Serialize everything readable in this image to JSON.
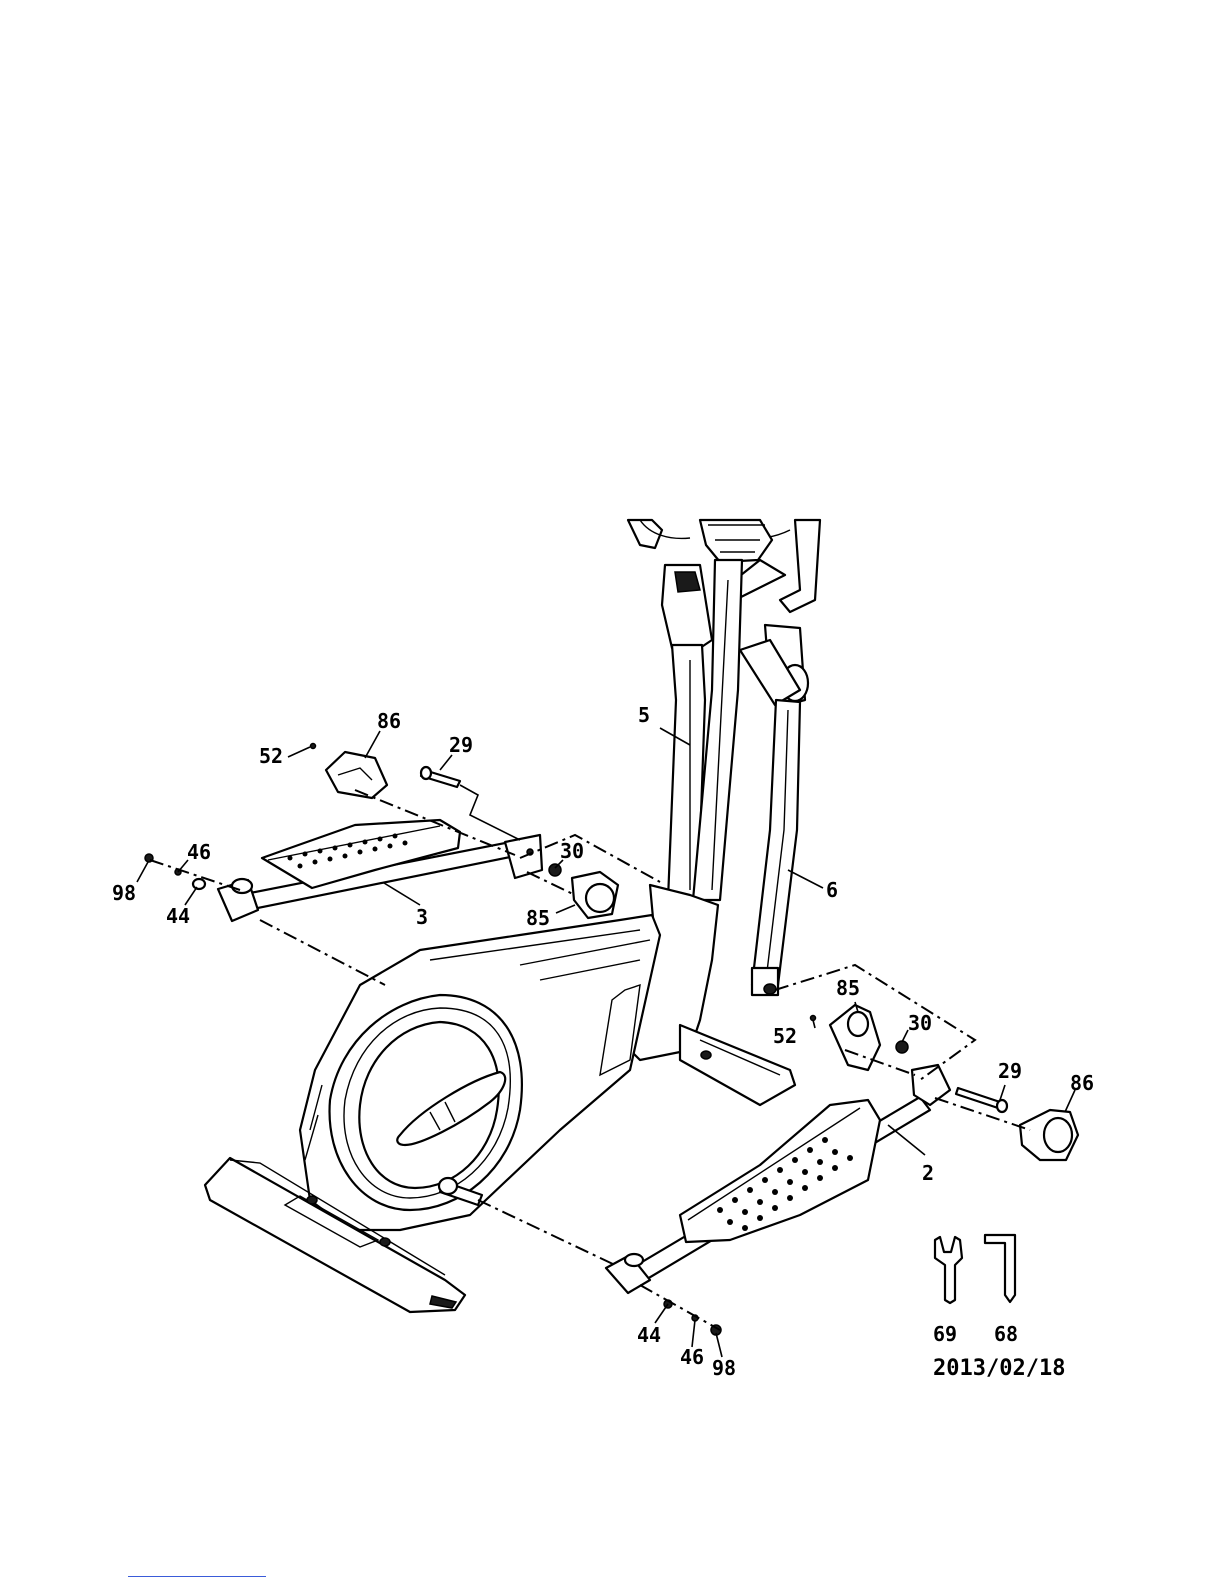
{
  "diagram": {
    "labels": {
      "p2": "2",
      "p3": "3",
      "p5": "5",
      "p6": "6",
      "p29_left": "29",
      "p29_right": "29",
      "p30_left": "30",
      "p30_right": "30",
      "p44_left": "44",
      "p44_right": "44",
      "p46_left": "46",
      "p46_right": "46",
      "p52_left": "52",
      "p52_right": "52",
      "p68": "68",
      "p69": "69",
      "p85_left": "85",
      "p85_right": "85",
      "p86_left": "86",
      "p86_right": "86",
      "p98_left": "98",
      "p98_right": "98"
    },
    "date": "2013/02/18",
    "tools": [
      "open-end-wrench-icon",
      "allen-key-icon"
    ]
  }
}
